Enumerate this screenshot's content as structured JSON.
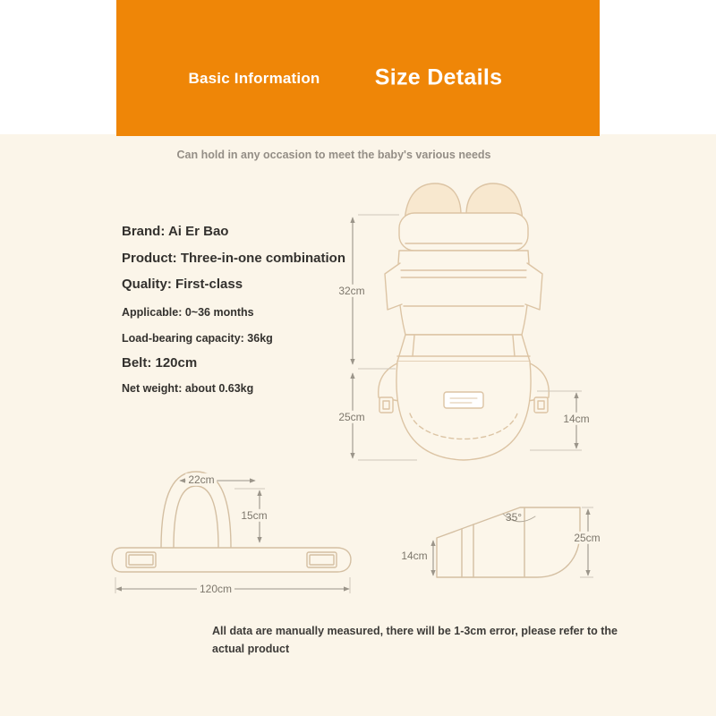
{
  "colors": {
    "accent_orange": "#ef8607",
    "background_cream": "#fbf5e9",
    "line_art_tan": "#d9c2a2",
    "dimension_gray": "#9b958a"
  },
  "header": {
    "basic_information": "Basic Information",
    "size_details": "Size Details"
  },
  "tagline": "Can hold in any occasion to meet the baby's various needs",
  "specs": [
    {
      "label": "Brand: Ai Er Bao"
    },
    {
      "label": "Product: Three-in-one combination"
    },
    {
      "label": "Quality: First-class"
    },
    {
      "label": "Applicable: 0~36 months"
    },
    {
      "label": "Load-bearing capacity: 36kg"
    },
    {
      "label": "Belt: 120cm"
    },
    {
      "label": "Net weight: about 0.63kg"
    }
  ],
  "diagram": {
    "carrier": {
      "upper_height": "32cm",
      "lower_height": "25cm",
      "waist_height": "14cm"
    },
    "belt": {
      "loop_width": "22cm",
      "loop_height": "15cm",
      "total_length": "120cm"
    },
    "seat": {
      "angle": "35°",
      "height": "25cm",
      "front_height": "14cm"
    }
  },
  "footer_note": "All data are manually measured, there will be 1-3cm error, please refer to the actual product"
}
